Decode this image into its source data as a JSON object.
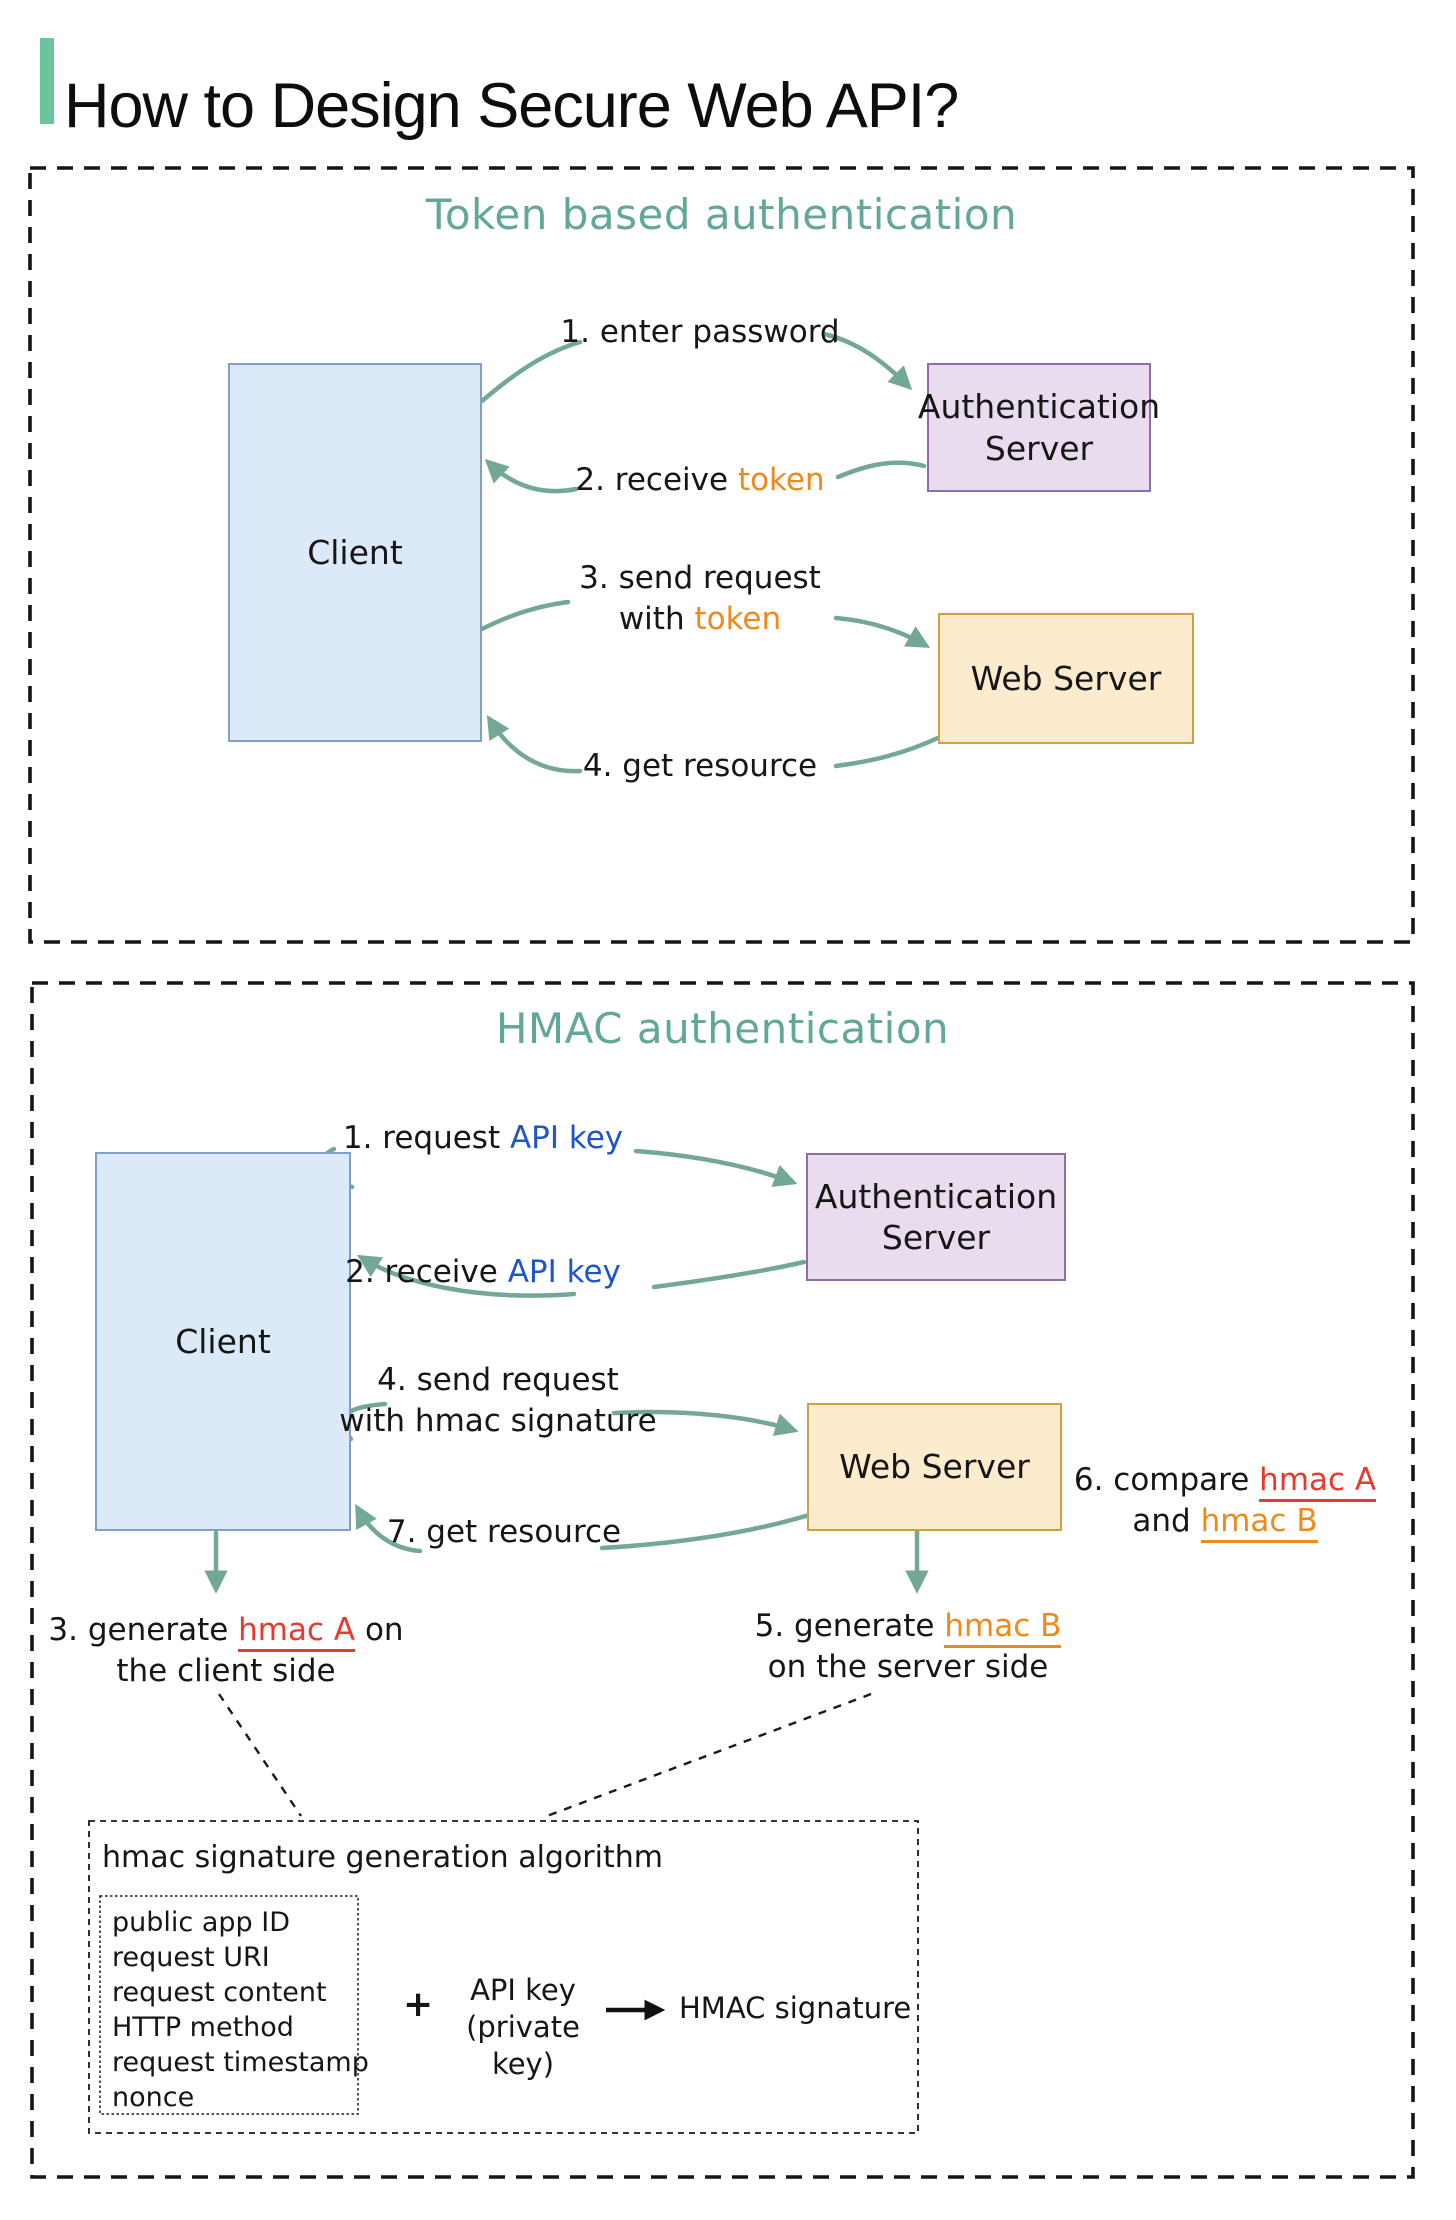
{
  "title": "How to Design Secure Web API?",
  "colors": {
    "title_accent_bar": "#6cc49e",
    "heading_teal": "#61a89a",
    "arrow_teal": "#73a796",
    "token_orange": "#ee8a1c",
    "hmac_a_red": "#e7392d",
    "api_key_blue": "#1e56c8",
    "client_fill": "#dce9f8",
    "client_border": "#7f9fc9",
    "auth_fill": "#e8dcee",
    "auth_border": "#8f6ea8",
    "web_fill": "#fdebce",
    "web_border": "#d0a23e"
  },
  "panel1": {
    "heading": "Token based authentication",
    "client_label": "Client",
    "auth_server_label": "Authentication\nServer",
    "web_server_label": "Web Server",
    "steps": {
      "s1": [
        [
          {
            "t": "1. enter password"
          }
        ]
      ],
      "s2": [
        [
          {
            "t": "2. receive "
          },
          {
            "t": "token",
            "c": "o"
          }
        ]
      ],
      "s3": [
        [
          {
            "t": "3.  send request"
          }
        ],
        [
          {
            "t": "with "
          },
          {
            "t": "token",
            "c": "o"
          }
        ]
      ],
      "s4": [
        [
          {
            "t": "4. get resource"
          }
        ]
      ]
    }
  },
  "panel2": {
    "heading": "HMAC authentication",
    "client_label": "Client",
    "auth_server_label": "Authentication\nServer",
    "web_server_label": "Web Server",
    "steps": {
      "s1": [
        [
          {
            "t": "1. request "
          },
          {
            "t": "API key",
            "c": "b"
          }
        ]
      ],
      "s2": [
        [
          {
            "t": "2. receive "
          },
          {
            "t": "API key",
            "c": "b"
          }
        ]
      ],
      "s3": [
        [
          {
            "t": "3. generate "
          },
          {
            "t": "hmac A",
            "c": "r",
            "u": true
          },
          {
            "t": " on"
          }
        ],
        [
          {
            "t": "the client side"
          }
        ]
      ],
      "s4": [
        [
          {
            "t": "4. send request"
          }
        ],
        [
          {
            "t": "with hmac signature"
          }
        ]
      ],
      "s5": [
        [
          {
            "t": "5. generate "
          },
          {
            "t": "hmac B",
            "c": "o",
            "u": true
          }
        ],
        [
          {
            "t": "on the server side"
          }
        ]
      ],
      "s6": [
        [
          {
            "t": "6. compare "
          },
          {
            "t": "hmac A",
            "c": "r",
            "u": true
          }
        ],
        [
          {
            "t": "and "
          },
          {
            "t": "hmac B",
            "c": "o",
            "u": true
          }
        ]
      ],
      "s7": [
        [
          {
            "t": "7. get resource"
          }
        ]
      ]
    },
    "hmac_box": {
      "title": "hmac signature generation algorithm",
      "inputs": [
        "public app ID",
        "request URI",
        "request content",
        "HTTP method",
        "request timestamp",
        "nonce"
      ],
      "plus": "+",
      "key_label": "API key\n(private key)",
      "output": "HMAC signature"
    }
  }
}
